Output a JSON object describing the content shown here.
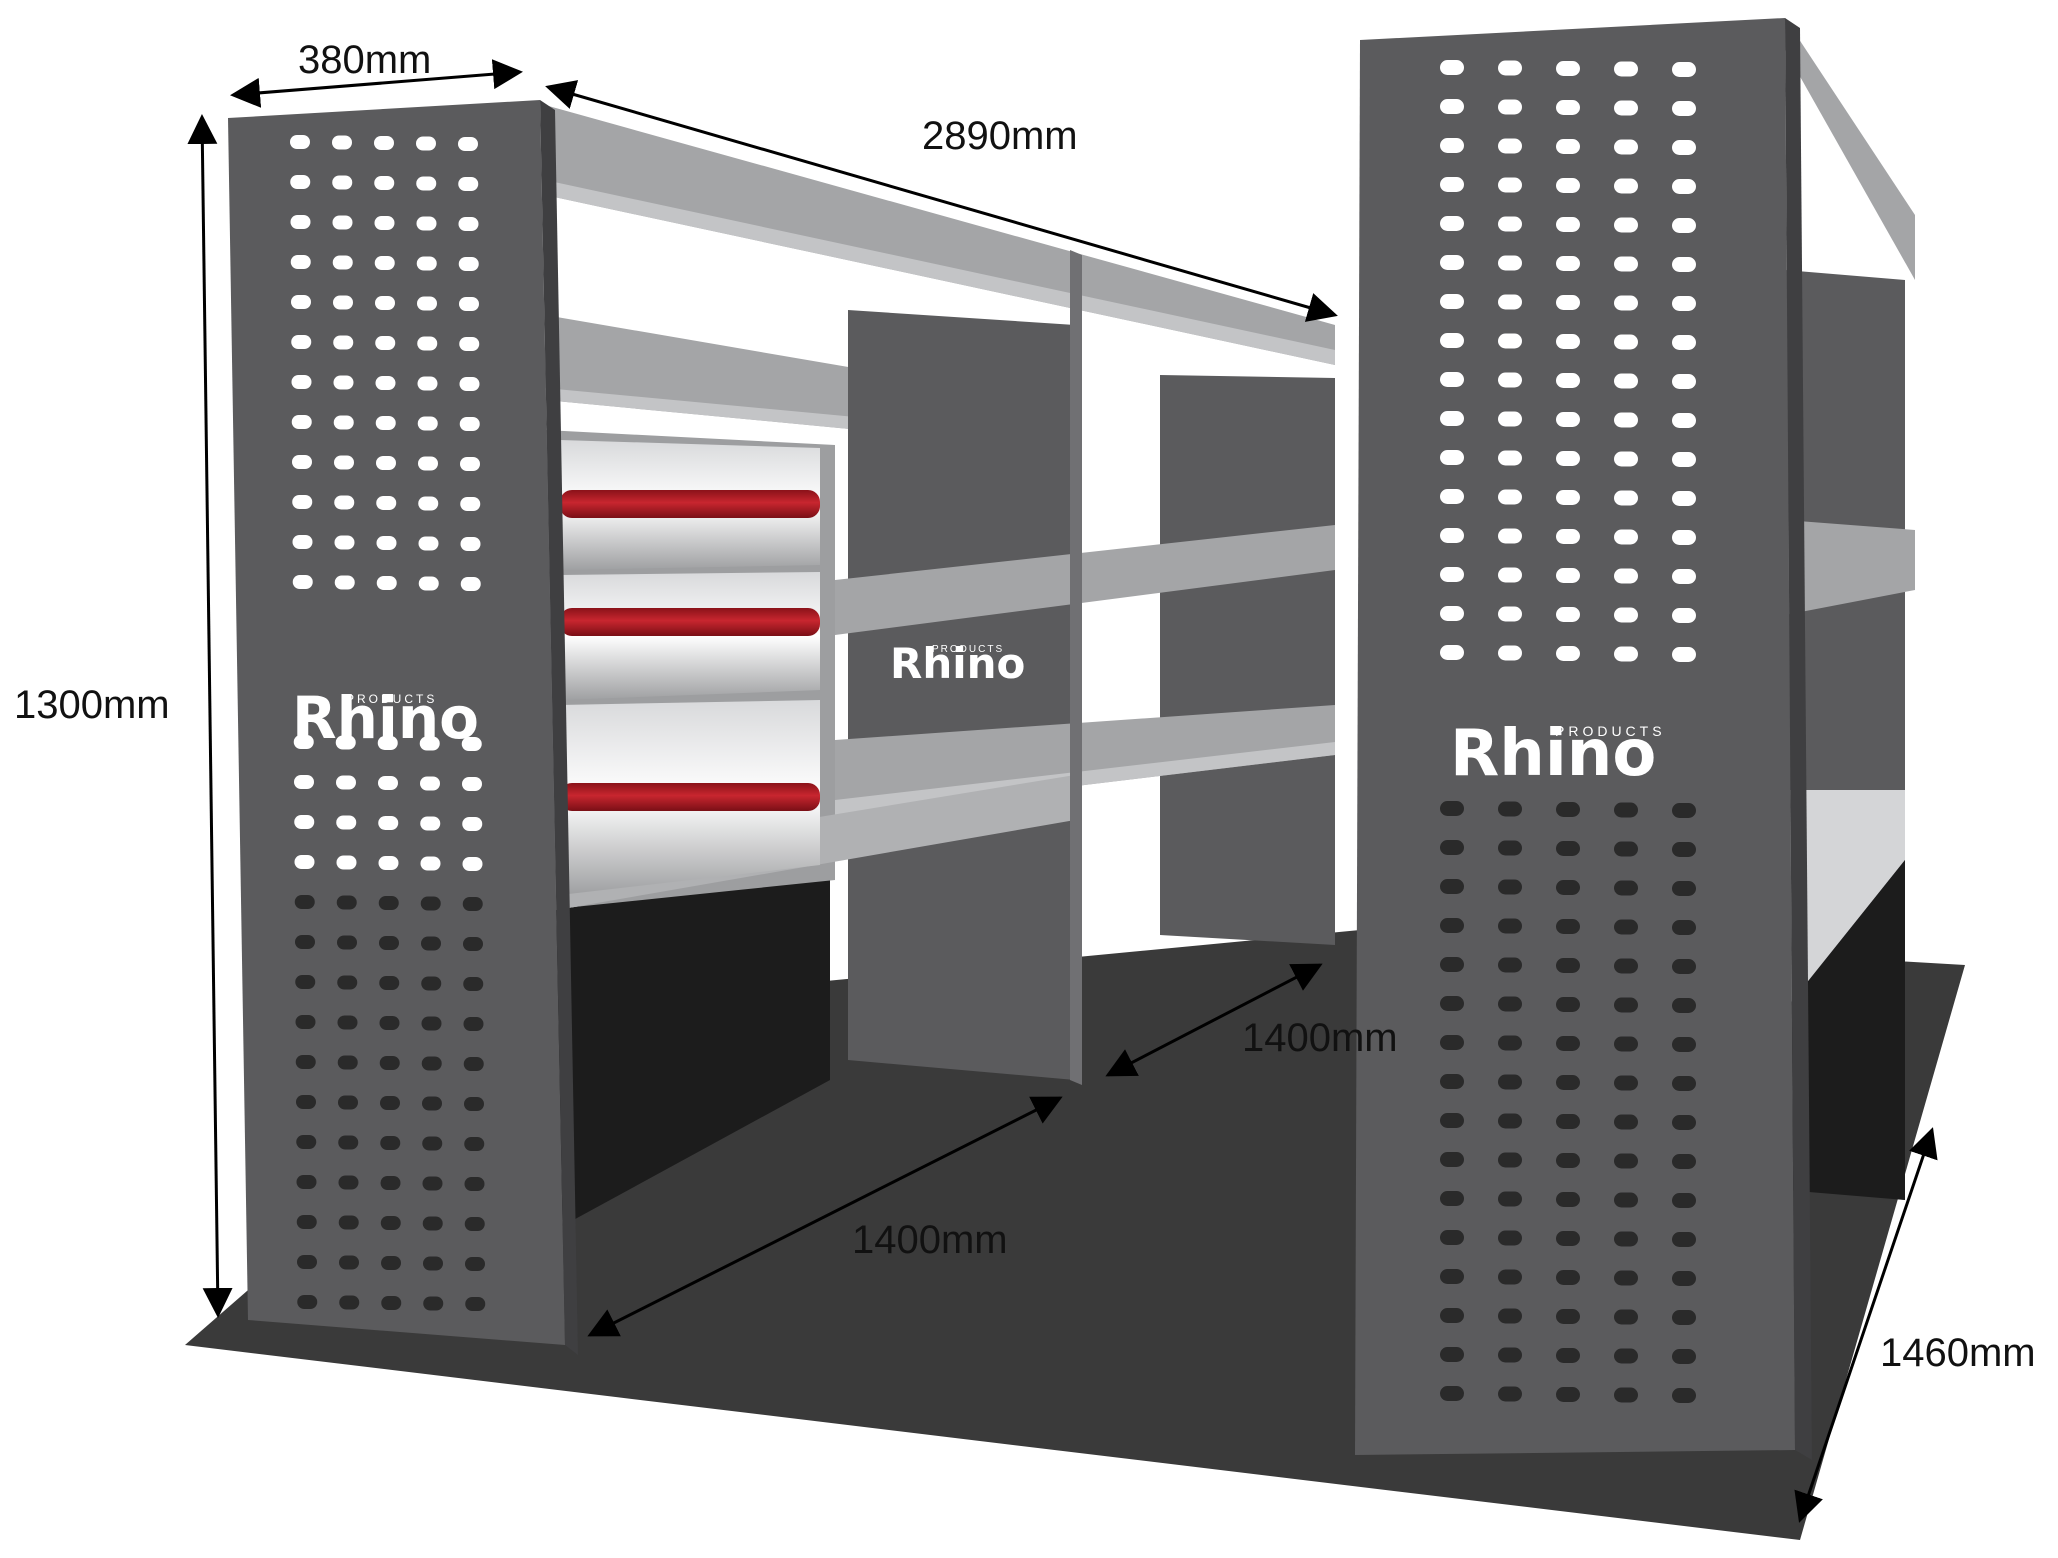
{
  "dimensions": {
    "depth": "380mm",
    "length": "2890mm",
    "height": "1300mm",
    "aisle_rear": "1400mm",
    "aisle_front": "1400mm",
    "right_length": "1460mm"
  },
  "brand": {
    "name": "Rhino",
    "tagline": "PRODUCTS"
  },
  "colors": {
    "panel": "#5b5b5d",
    "panel_dark": "#48484a",
    "shelf": "#a4a5a7",
    "shelf_light": "#c3c4c6",
    "floor": "#3a3a3a",
    "drawer_handle": "#b3202a",
    "void": "#1c1c1c"
  }
}
